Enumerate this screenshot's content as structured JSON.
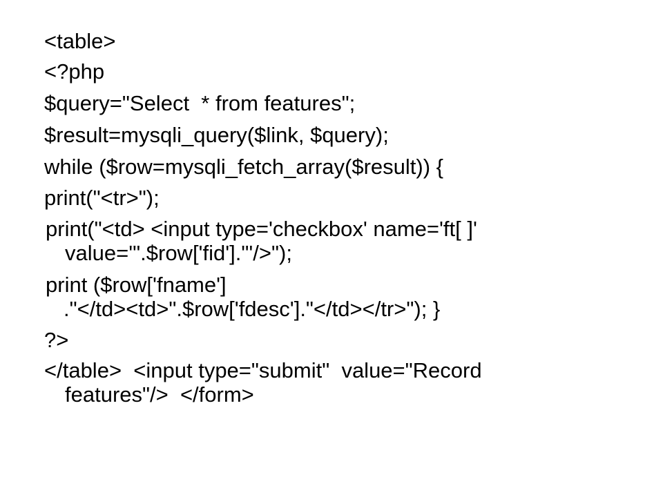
{
  "slide": {
    "lines": [
      "<table>",
      "<?php",
      "$query=\"Select  * from features\";",
      "$result=mysqli_query($link, $query);",
      "while ($row=mysqli_fetch_array($result)) {",
      "print(\"<tr>\");",
      "print(\"<td> <input type='checkbox' name='ft[ ]'",
      "value='\".$row['fid'].\"'/>\");",
      "print ($row['fname']",
      ".\"</td><td>\".$row['fdesc'].\"</td></tr>\"); }",
      "?>",
      "</table>  <input type=\"submit\"  value=\"Record",
      "features\"/>  </form>"
    ]
  }
}
